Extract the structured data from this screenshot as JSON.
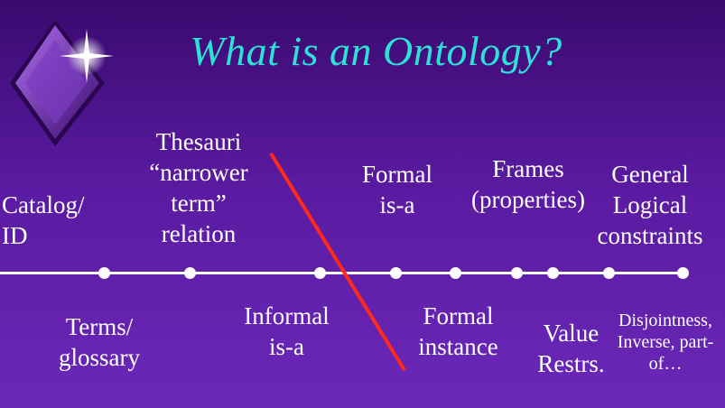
{
  "slide": {
    "title": "What is an Ontology?"
  },
  "above_labels": {
    "catalog": [
      "Catalog/",
      "ID"
    ],
    "thesauri": [
      "Thesauri",
      "“narrower",
      "term”",
      "relation"
    ],
    "formal_isa": [
      "Formal",
      "is-a"
    ],
    "frames": [
      "Frames",
      "(properties)"
    ],
    "general": [
      "General",
      "Logical",
      "constraints"
    ]
  },
  "below_labels": {
    "terms": [
      "Terms/",
      "glossary"
    ],
    "informal_isa": [
      "Informal",
      "is-a"
    ],
    "formal_instance": [
      "Formal",
      "instance"
    ],
    "value": [
      "Value",
      "Restrs."
    ],
    "disjointness": [
      "Disjointness,",
      "Inverse, part-",
      "of…"
    ]
  },
  "colors": {
    "title": "#2fe0d8",
    "divider": "#ff2a1a",
    "axis": "#ffffff"
  }
}
